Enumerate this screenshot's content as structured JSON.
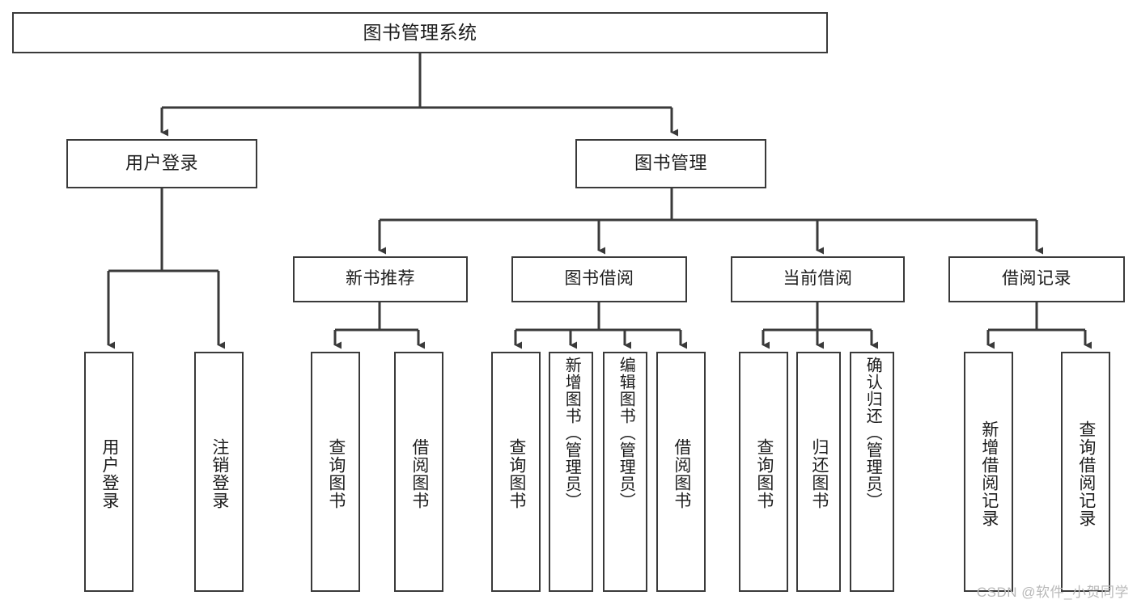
{
  "diagram": {
    "title": "图书管理系统",
    "type": "hierarchy-tree",
    "watermark": "CSDN @软件_小贺同学",
    "colors": {
      "background": "#ffffff",
      "line": "#3a3a3a",
      "box_border": "#3a3a3a",
      "text": "#1d1d1d",
      "watermark": "#b9b9b9"
    },
    "root": {
      "label": "图书管理系统"
    },
    "level1": [
      {
        "label": "用户登录"
      },
      {
        "label": "图书管理"
      }
    ],
    "level2": [
      {
        "label": "新书推荐"
      },
      {
        "label": "图书借阅"
      },
      {
        "label": "当前借阅"
      },
      {
        "label": "借阅记录"
      }
    ],
    "leaves": {
      "user_login": [
        {
          "label": "用户登录"
        },
        {
          "label": "注销登录"
        }
      ],
      "new_book": [
        {
          "label": "查询图书"
        },
        {
          "label": "借阅图书"
        }
      ],
      "book_borrow": [
        {
          "label": "查询图书"
        },
        {
          "label": "新增图书（管理员）"
        },
        {
          "label": "编辑图书（管理员）"
        },
        {
          "label": "借阅图书"
        }
      ],
      "current_borrow": [
        {
          "label": "查询图书"
        },
        {
          "label": "归还图书"
        },
        {
          "label": "确认归还（管理员）"
        }
      ],
      "borrow_record": [
        {
          "label": "新增借阅记录"
        },
        {
          "label": "查询借阅记录"
        }
      ]
    }
  }
}
